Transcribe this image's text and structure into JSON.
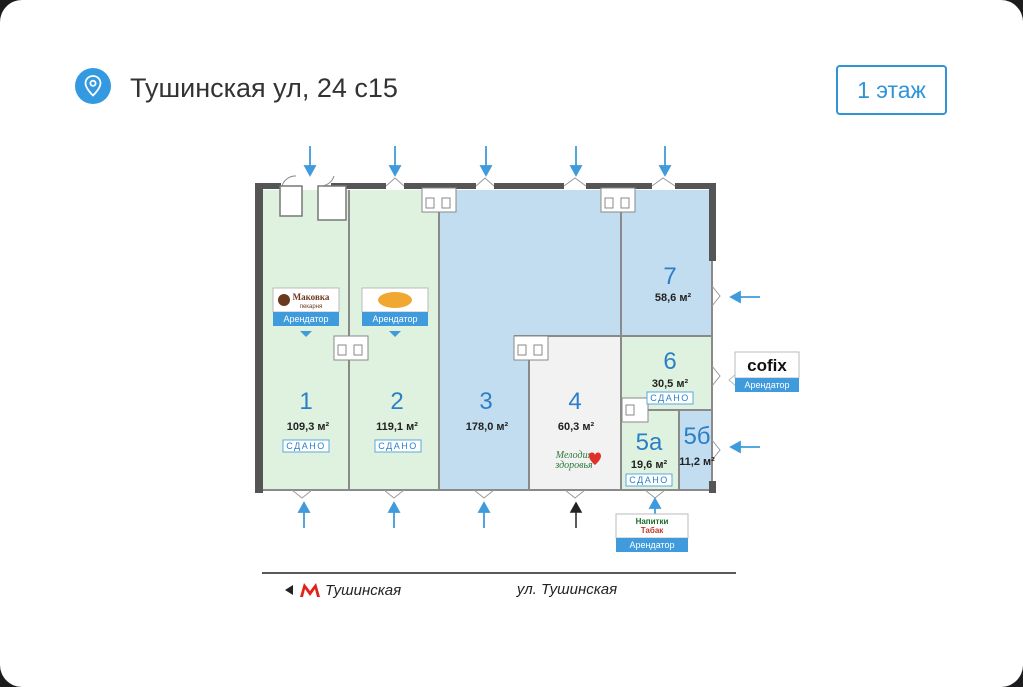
{
  "header": {
    "address": "Тушинская ул, 24 с15",
    "floor_button": "1 этаж"
  },
  "units": [
    {
      "number": "1",
      "area": "109,3 м²",
      "status": "СДАНО"
    },
    {
      "number": "2",
      "area": "119,1 м²",
      "status": "СДАНО"
    },
    {
      "number": "3",
      "area": "178,0 м²"
    },
    {
      "number": "4",
      "area": "60,3 м²"
    },
    {
      "number": "5а",
      "area": "19,6 м²",
      "status": "СДАНО"
    },
    {
      "number": "5б",
      "area": "11,2 м²"
    },
    {
      "number": "6",
      "area": "30,5 м²",
      "status": "СДАНО"
    },
    {
      "number": "7",
      "area": "58,6 м²"
    }
  ],
  "tenants": {
    "makovka": {
      "brand": "Маковка",
      "sub": "пекарня",
      "label": "Арендатор"
    },
    "unit2": {
      "brand": "",
      "label": "Арендатор"
    },
    "cofix": {
      "brand": "cofix",
      "label": "Арендатор"
    },
    "napitki": {
      "line1": "Напитки",
      "line2": "Табак",
      "label": "Арендатор"
    },
    "melodia": {
      "line1": "Мелодия",
      "line2": "здоровья"
    }
  },
  "streets": {
    "metro": "Тушинская",
    "street": "ул. Тушинская"
  },
  "colors": {
    "accent": "#2f94d8",
    "rented_green": "#dff2df",
    "free_blue": "#c3ddf0",
    "unit4_gray": "#f2f2f2",
    "metro_red": "#e32119"
  }
}
